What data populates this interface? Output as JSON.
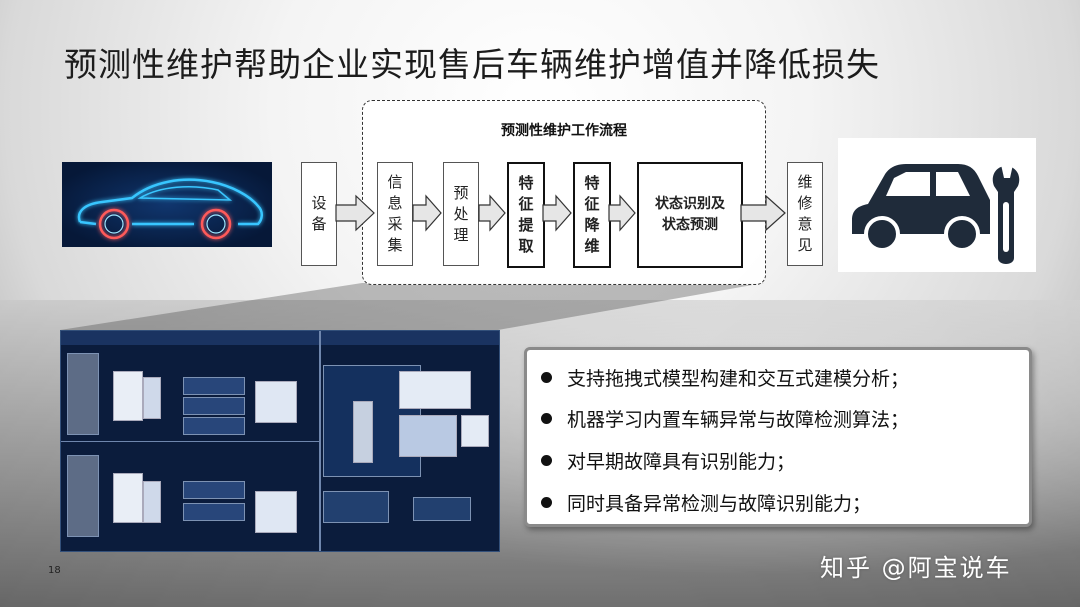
{
  "slide": {
    "title": "预测性维护帮助企业实现售后车辆维护增值并降低损失",
    "page_number": "18",
    "watermark": "知乎 @阿宝说车"
  },
  "process": {
    "title": "预测性维护工作流程",
    "steps": [
      {
        "label": "设备",
        "bold": false
      },
      {
        "label": "信息采集",
        "bold": false
      },
      {
        "label": "预处理",
        "bold": false
      },
      {
        "label": "特征提取",
        "bold": true
      },
      {
        "label": "特征降维",
        "bold": true
      },
      {
        "label": "状态识别及状态预测",
        "bold": true
      },
      {
        "label": "维修意见",
        "bold": false
      }
    ]
  },
  "bullets": [
    "支持拖拽式模型构建和交互式建模分析；",
    "机器学习内置车辆异常与故障检测算法；",
    "对早期故障具有识别能力；",
    "同时具备异常检测与故障识别能力；"
  ],
  "colors": {
    "car_glow": "#39c6ff",
    "car_wheel_glow": "#ff5a5a",
    "dark_navy": "#0b1c3c",
    "icon_dark": "#1f2b3a"
  },
  "icons": {
    "left_image": "glowing-car-outline-icon",
    "right_image": "car-wrench-icon"
  }
}
